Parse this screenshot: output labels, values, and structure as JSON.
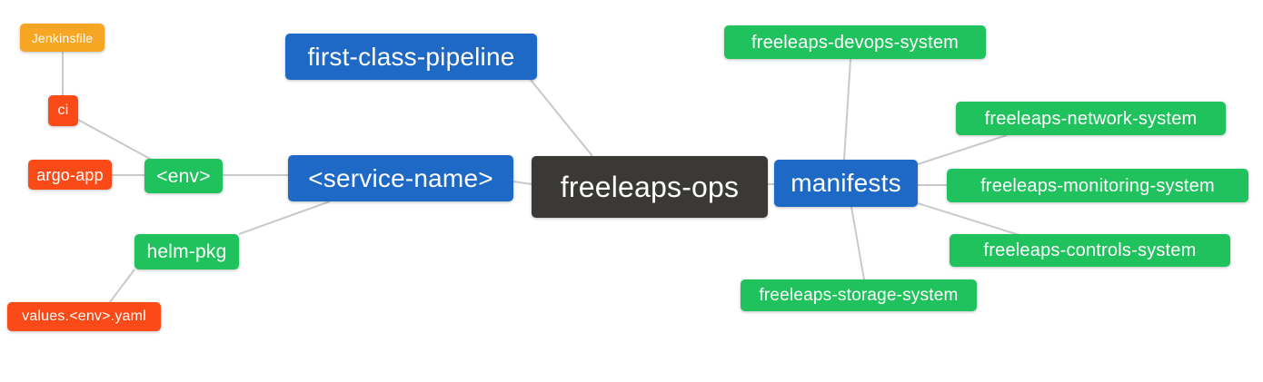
{
  "palette": {
    "dark": "#3b3936",
    "blue": "#1e69c5",
    "green": "#20c25e",
    "red": "#f94a18",
    "orange": "#f7a623",
    "line": "#c9c9c9",
    "text": "#ffffff",
    "bg": "#ffffff"
  },
  "diagram": {
    "type": "mindmap",
    "root": "freeleaps-ops",
    "nodes": [
      {
        "id": "freeleaps-ops",
        "label": "freeleaps-ops",
        "color": "dark"
      },
      {
        "id": "first-class-pipeline",
        "label": "first-class-pipeline",
        "color": "blue"
      },
      {
        "id": "service-name",
        "label": "<service-name>",
        "color": "blue"
      },
      {
        "id": "env",
        "label": "<env>",
        "color": "green"
      },
      {
        "id": "ci",
        "label": "ci",
        "color": "red"
      },
      {
        "id": "jenkinsfile",
        "label": "Jenkinsfile",
        "color": "orange"
      },
      {
        "id": "argo-app",
        "label": "argo-app",
        "color": "red"
      },
      {
        "id": "helm-pkg",
        "label": "helm-pkg",
        "color": "green"
      },
      {
        "id": "values-env-yaml",
        "label": "values.<env>.yaml",
        "color": "red"
      },
      {
        "id": "manifests",
        "label": "manifests",
        "color": "blue"
      },
      {
        "id": "freeleaps-devops-system",
        "label": "freeleaps-devops-system",
        "color": "green"
      },
      {
        "id": "freeleaps-network-system",
        "label": "freeleaps-network-system",
        "color": "green"
      },
      {
        "id": "freeleaps-monitoring-system",
        "label": "freeleaps-monitoring-system",
        "color": "green"
      },
      {
        "id": "freeleaps-controls-system",
        "label": "freeleaps-controls-system",
        "color": "green"
      },
      {
        "id": "freeleaps-storage-system",
        "label": "freeleaps-storage-system",
        "color": "green"
      }
    ],
    "edges": [
      {
        "from": "freeleaps-ops",
        "to": "first-class-pipeline"
      },
      {
        "from": "freeleaps-ops",
        "to": "service-name"
      },
      {
        "from": "freeleaps-ops",
        "to": "manifests"
      },
      {
        "from": "service-name",
        "to": "env"
      },
      {
        "from": "service-name",
        "to": "helm-pkg"
      },
      {
        "from": "env",
        "to": "ci"
      },
      {
        "from": "env",
        "to": "argo-app"
      },
      {
        "from": "ci",
        "to": "jenkinsfile"
      },
      {
        "from": "helm-pkg",
        "to": "values-env-yaml"
      },
      {
        "from": "manifests",
        "to": "freeleaps-devops-system"
      },
      {
        "from": "manifests",
        "to": "freeleaps-network-system"
      },
      {
        "from": "manifests",
        "to": "freeleaps-monitoring-system"
      },
      {
        "from": "manifests",
        "to": "freeleaps-controls-system"
      },
      {
        "from": "manifests",
        "to": "freeleaps-storage-system"
      }
    ]
  }
}
